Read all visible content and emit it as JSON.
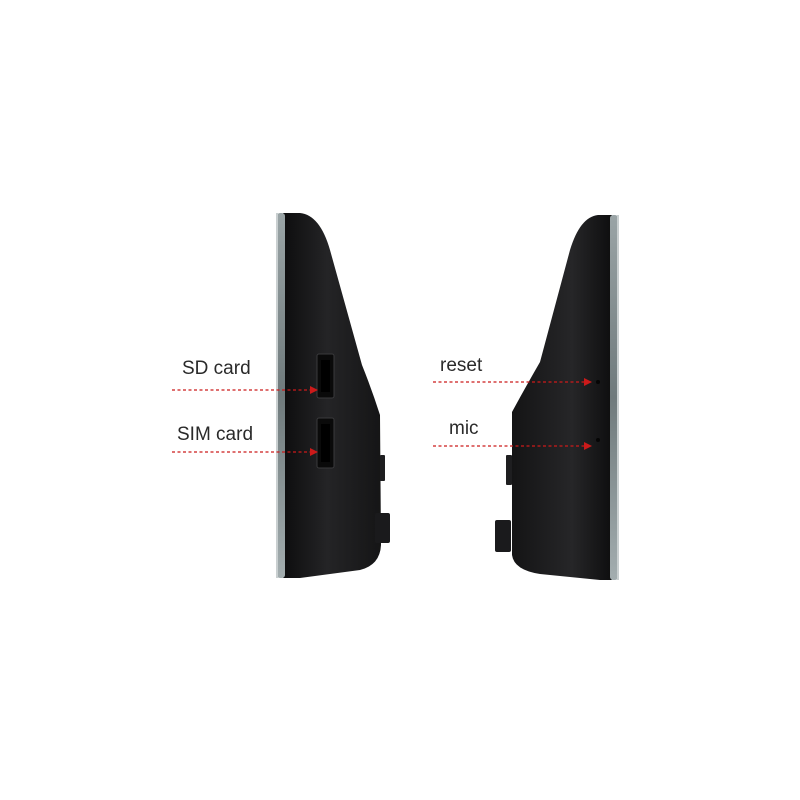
{
  "annotations": {
    "sd_card": "SD card",
    "sim_card": "SIM card",
    "reset": "reset",
    "mic": "mic"
  },
  "colors": {
    "background": "#ffffff",
    "device_body": "#1c1c1e",
    "screen_edge": "#7e8a8c",
    "pointer_line": "#cc1a1a",
    "label_text": "#2a2a2a"
  }
}
